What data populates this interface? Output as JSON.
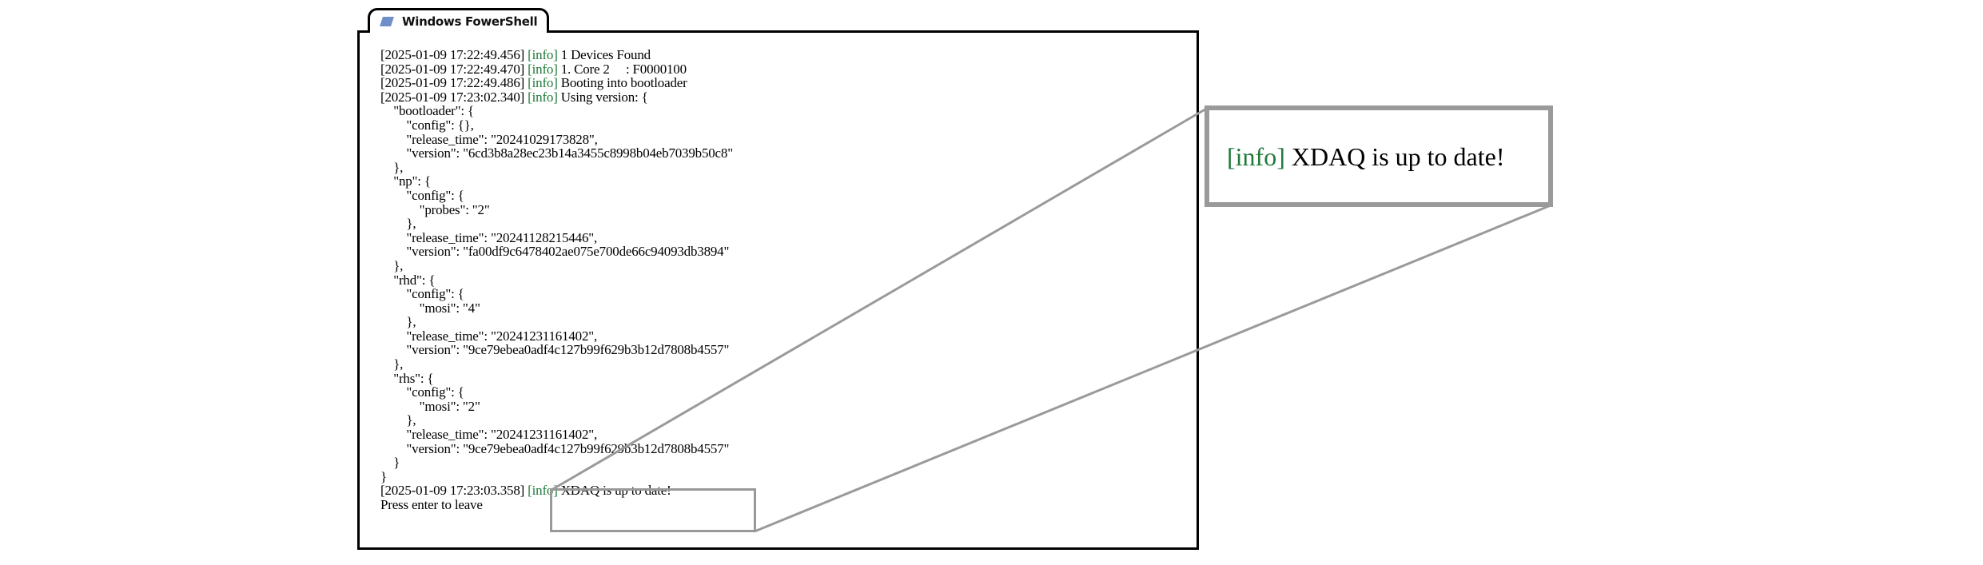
{
  "window": {
    "tab_title": "Windows FowerShell",
    "tab_icon": "powershell-icon"
  },
  "console": {
    "lines": [
      {
        "prefix": "[2025-01-09 17:22:49.456] ",
        "tag": "[info]",
        "text": " 1 Devices Found"
      },
      {
        "prefix": "[2025-01-09 17:22:49.470] ",
        "tag": "[info]",
        "text": " 1. Core 2     : F0000100"
      },
      {
        "prefix": "[2025-01-09 17:22:49.486] ",
        "tag": "[info]",
        "text": " Booting into bootloader"
      },
      {
        "prefix": "[2025-01-09 17:23:02.340] ",
        "tag": "[info]",
        "text": " Using version: {"
      },
      {
        "prefix": "",
        "tag": "",
        "text": "    \"bootloader\": {"
      },
      {
        "prefix": "",
        "tag": "",
        "text": "        \"config\": {},"
      },
      {
        "prefix": "",
        "tag": "",
        "text": "        \"release_time\": \"20241029173828\","
      },
      {
        "prefix": "",
        "tag": "",
        "text": "        \"version\": \"6cd3b8a28ec23b14a3455c8998b04eb7039b50c8\""
      },
      {
        "prefix": "",
        "tag": "",
        "text": "    },"
      },
      {
        "prefix": "",
        "tag": "",
        "text": "    \"np\": {"
      },
      {
        "prefix": "",
        "tag": "",
        "text": "        \"config\": {"
      },
      {
        "prefix": "",
        "tag": "",
        "text": "            \"probes\": \"2\""
      },
      {
        "prefix": "",
        "tag": "",
        "text": "        },"
      },
      {
        "prefix": "",
        "tag": "",
        "text": "        \"release_time\": \"20241128215446\","
      },
      {
        "prefix": "",
        "tag": "",
        "text": "        \"version\": \"fa00df9c6478402ae075e700de66c94093db3894\""
      },
      {
        "prefix": "",
        "tag": "",
        "text": "    },"
      },
      {
        "prefix": "",
        "tag": "",
        "text": "    \"rhd\": {"
      },
      {
        "prefix": "",
        "tag": "",
        "text": "        \"config\": {"
      },
      {
        "prefix": "",
        "tag": "",
        "text": "            \"mosi\": \"4\""
      },
      {
        "prefix": "",
        "tag": "",
        "text": "        },"
      },
      {
        "prefix": "",
        "tag": "",
        "text": "        \"release_time\": \"20241231161402\","
      },
      {
        "prefix": "",
        "tag": "",
        "text": "        \"version\": \"9ce79ebea0adf4c127b99f629b3b12d7808b4557\""
      },
      {
        "prefix": "",
        "tag": "",
        "text": "    },"
      },
      {
        "prefix": "",
        "tag": "",
        "text": "    \"rhs\": {"
      },
      {
        "prefix": "",
        "tag": "",
        "text": "        \"config\": {"
      },
      {
        "prefix": "",
        "tag": "",
        "text": "            \"mosi\": \"2\""
      },
      {
        "prefix": "",
        "tag": "",
        "text": "        },"
      },
      {
        "prefix": "",
        "tag": "",
        "text": "        \"release_time\": \"20241231161402\","
      },
      {
        "prefix": "",
        "tag": "",
        "text": "        \"version\": \"9ce79ebea0adf4c127b99f629b3b12d7808b4557\""
      },
      {
        "prefix": "",
        "tag": "",
        "text": "    }"
      },
      {
        "prefix": "",
        "tag": "",
        "text": "}"
      },
      {
        "prefix": "[2025-01-09 17:23:03.358] ",
        "tag": "[info]",
        "text": " XDAQ is up to date!"
      },
      {
        "prefix": "",
        "tag": "",
        "text": "Press enter to leave"
      }
    ]
  },
  "callout": {
    "tag": "[info]",
    "text": " XDAQ is up to date!"
  },
  "colors": {
    "info": "#1f7a3a",
    "callout_border": "#9a9a9a",
    "window_border": "#000000",
    "tab_icon": "#6e8fc9"
  }
}
